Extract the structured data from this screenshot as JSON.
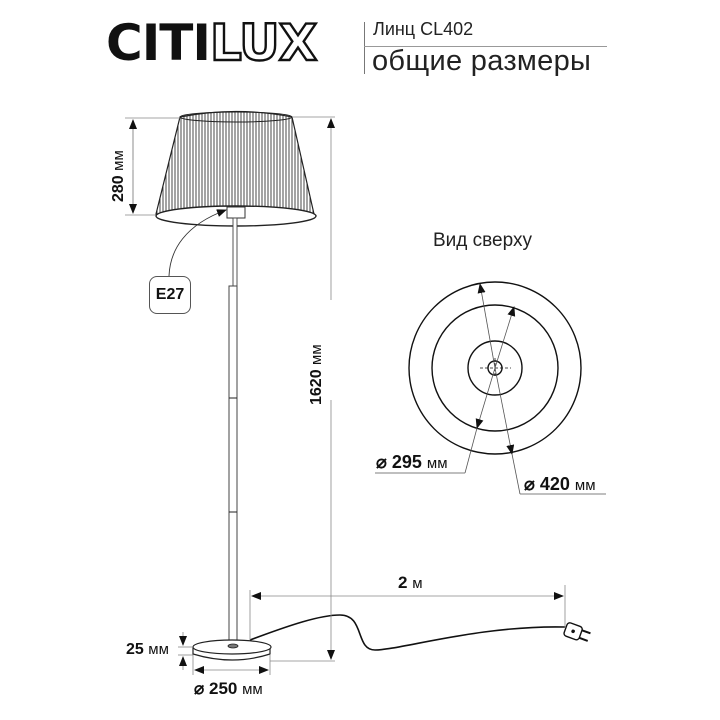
{
  "header": {
    "brand_solid": "CITI",
    "brand_outline": "LUX",
    "model": "Линц CL402",
    "section": "общие размеры"
  },
  "dimensions": {
    "shade_height": {
      "value": "280",
      "unit": "мм"
    },
    "total_height": {
      "value": "1620",
      "unit": "мм"
    },
    "base_height": {
      "value": "25",
      "unit": "мм"
    },
    "base_diameter": {
      "symbol": "⌀",
      "value": "250",
      "unit": "мм"
    },
    "cord_length": {
      "value": "2",
      "unit": "м"
    },
    "shade_top_diameter": {
      "symbol": "⌀",
      "value": "295",
      "unit": "мм"
    },
    "shade_bottom_diameter": {
      "symbol": "⌀",
      "value": "420",
      "unit": "мм"
    }
  },
  "socket": {
    "label": "E27"
  },
  "top_view": {
    "title": "Вид сверху"
  },
  "colors": {
    "line": "#111111",
    "dim_line": "#888888",
    "background": "#ffffff"
  }
}
